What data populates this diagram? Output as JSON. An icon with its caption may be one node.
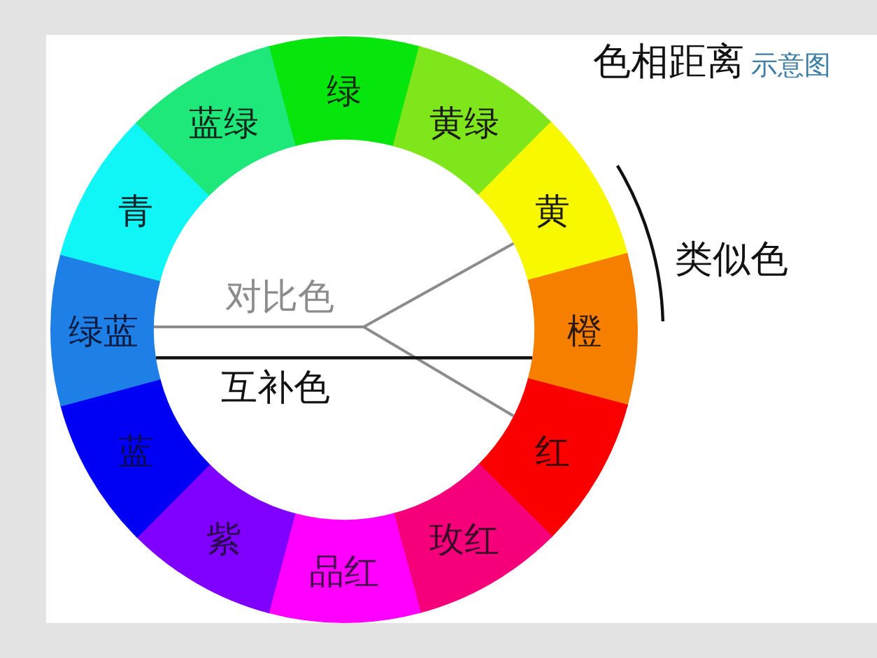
{
  "diagram": {
    "title": "色相距离",
    "nodes": [
      {
        "text": [
          "绿"
        ]
      },
      {
        "text": [
          "黄绿"
        ]
      },
      {
        "text": [
          "黄"
        ]
      },
      {
        "text": [
          "橙"
        ]
      },
      {
        "text": [
          "红"
        ]
      },
      {
        "text": [
          "玫红"
        ]
      },
      {
        "text": [
          "品红"
        ]
      },
      {
        "text": [
          "紫"
        ]
      },
      {
        "text": [
          "蓝"
        ]
      },
      {
        "text": [
          "绿蓝"
        ]
      },
      {
        "text": [
          "青"
        ]
      },
      {
        "text": [
          "蓝绿"
        ]
      }
    ],
    "edges": [
      {
        "from": 9,
        "to": 2,
        "arrow": "none",
        "label": "对比色"
      },
      {
        "from": 9,
        "to": 4,
        "arrow": "none"
      },
      {
        "from": 9,
        "to": 3,
        "arrow": "none",
        "label": "互补色",
        "color": "#111111"
      }
    ],
    "labels": [
      "示意图",
      "类似色"
    ]
  }
}
